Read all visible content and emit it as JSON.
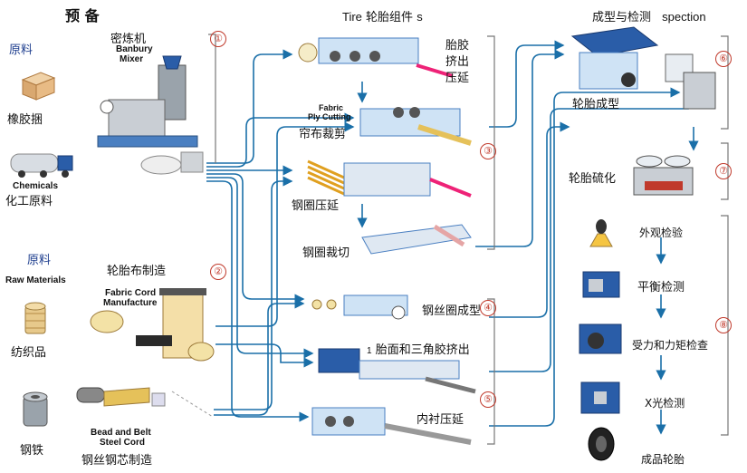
{
  "prep": {
    "title": "预 备",
    "raw_materials_1": "原料",
    "rubber_bale": "橡胶捆",
    "chemicals_en": "Chemicals",
    "chemicals_cn": "化工原料",
    "raw_materials_2": "原料",
    "raw_materials_en": "Raw Materials",
    "textiles": "纺织品",
    "steel": "钢铁"
  },
  "machines": {
    "mixer_cn": "密炼机",
    "mixer_en_1": "Banbury",
    "mixer_en_2": "Mixer",
    "fabric_cn": "轮胎布制造",
    "fabric_en_1": "Fabric Cord",
    "fabric_en_2": "Manufacture",
    "bead_en_1": "Bead and Belt",
    "bead_en_2": "Steel Cord",
    "bead_cn": "钢丝钢芯制造"
  },
  "components": {
    "title_en_1": "Tire",
    "title_cn": "轮胎组件",
    "title_en_2": "s",
    "extrude_1": "胎胶",
    "extrude_2": "挤出",
    "extrude_3": "压延",
    "ply_en_1": "Fabric",
    "ply_en_2": "Ply Cutting",
    "ply_cn": "帘布裁剪",
    "steel_calender": "钢圈压延",
    "steel_cut": "钢圈裁切",
    "bead_form": "钢丝圈成型",
    "tread_prefix": "1",
    "tread": "胎面和三角胶挤出",
    "liner": "内衬压延"
  },
  "forming": {
    "title_cn": "成型与检测",
    "title_en": "spection",
    "building": "轮胎成型",
    "curing": "轮胎硫化",
    "visual": "外观检验",
    "balance": "平衡检测",
    "force": "受力和力矩检查",
    "xray": "X光检测",
    "finished": "成品轮胎"
  },
  "steps": [
    "①",
    "②",
    "③",
    "④",
    "⑤",
    "⑥",
    "⑦",
    "⑧"
  ],
  "colors": {
    "arrow": "#1a6fa8",
    "number": "#c0392b",
    "machine_blue": "#1f5fa8"
  }
}
